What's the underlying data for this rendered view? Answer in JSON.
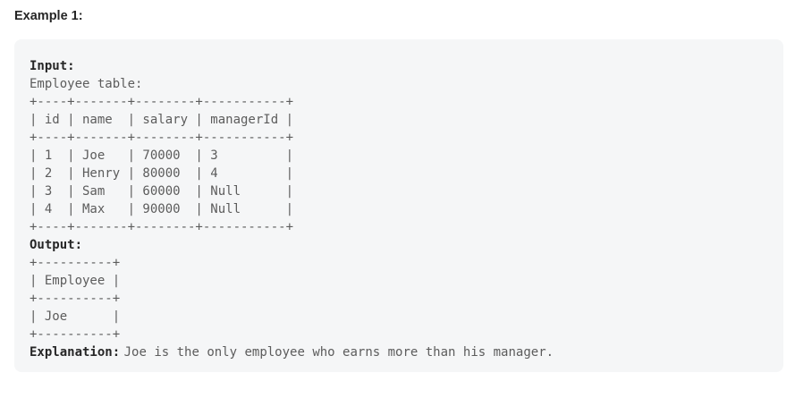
{
  "page": {
    "heading": "Example 1:"
  },
  "example": {
    "input_label": "Input:",
    "input_caption": "Employee table:",
    "input_table_ascii": "+----+-------+--------+-----------+\n| id | name  | salary | managerId |\n+----+-------+--------+-----------+\n| 1  | Joe   | 70000  | 3         |\n| 2  | Henry | 80000  | 4         |\n| 3  | Sam   | 60000  | Null      |\n| 4  | Max   | 90000  | Null      |\n+----+-------+--------+-----------+",
    "output_label": "Output:",
    "output_table_ascii": "+----------+\n| Employee |\n+----------+\n| Joe      |\n+----------+",
    "explanation_label": "Explanation:",
    "explanation_text": "Joe is the only employee who earns more than his manager."
  },
  "tables": {
    "input": {
      "name": "Employee",
      "columns": [
        "id",
        "name",
        "salary",
        "managerId"
      ],
      "rows": [
        [
          "1",
          "Joe",
          "70000",
          "3"
        ],
        [
          "2",
          "Henry",
          "80000",
          "4"
        ],
        [
          "3",
          "Sam",
          "60000",
          "Null"
        ],
        [
          "4",
          "Max",
          "90000",
          "Null"
        ]
      ]
    },
    "output": {
      "columns": [
        "Employee"
      ],
      "rows": [
        [
          "Joe"
        ]
      ]
    }
  },
  "colors": {
    "code_block_bg": "#f5f6f7",
    "mono_text": "#5c5c5c",
    "label_text": "#262626",
    "page_bg": "#ffffff"
  }
}
